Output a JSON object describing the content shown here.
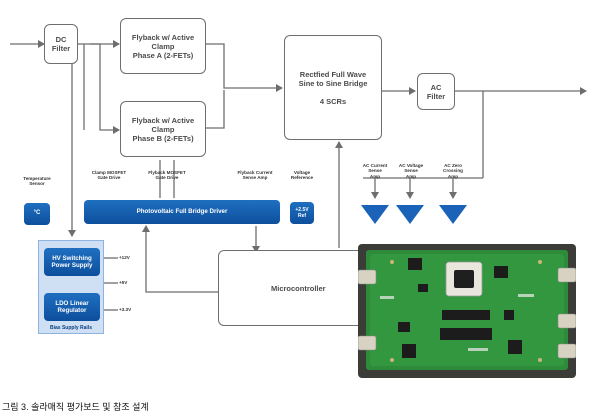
{
  "blocks": {
    "dc_filter": "DC\nFilter",
    "flyback_a": "Flyback w/ Active\nClamp\nPhase A (2-FETs)",
    "flyback_b": "Flyback w/ Active\nClamp\nPhase B (2-FETs)",
    "rectified": "Rectfied Full Wave\nSine to Sine Bridge\n\n4 SCRs",
    "ac_filter": "AC\nFilter",
    "microcontroller": "Microcontroller",
    "pv_driver": "Photovoltaic Full Bridge Driver",
    "temp_sensor": "°C",
    "voltage_ref": "+2.5V\nRef",
    "hv_supply": "HV Switching\nPower Supply",
    "ldo": "LDO Linear\nRegulator",
    "bias_rails": "Bias Supply Rails"
  },
  "labels": {
    "temperature_sensor": "Temperature\nSensor",
    "clamp_mosfet": "Clamp MOSFET\nGate Drive",
    "flyback_mosfet": "Flyback MOSFET\nGate Drive",
    "flyback_current": "Flyback Current\nSense Amp",
    "voltage_reference": "Voltage\nReference",
    "ac_current": "AC Current\nSense\nAmp",
    "ac_voltage": "AC Voltage\nSense\nAmp",
    "ac_zero": "AC Zero\nCrossing\nAmp"
  },
  "rails": {
    "v12": "+12V",
    "v5": "+5V",
    "v33": "+3.3V"
  },
  "caption": "그림 3. 솔라매직 평가보드 및 참조 설계",
  "colors": {
    "line": "#6d6e70",
    "driver_blue": "#0d4f9c",
    "panel_blue": "#cfe0f5",
    "board_green": "#2e8b3a"
  }
}
